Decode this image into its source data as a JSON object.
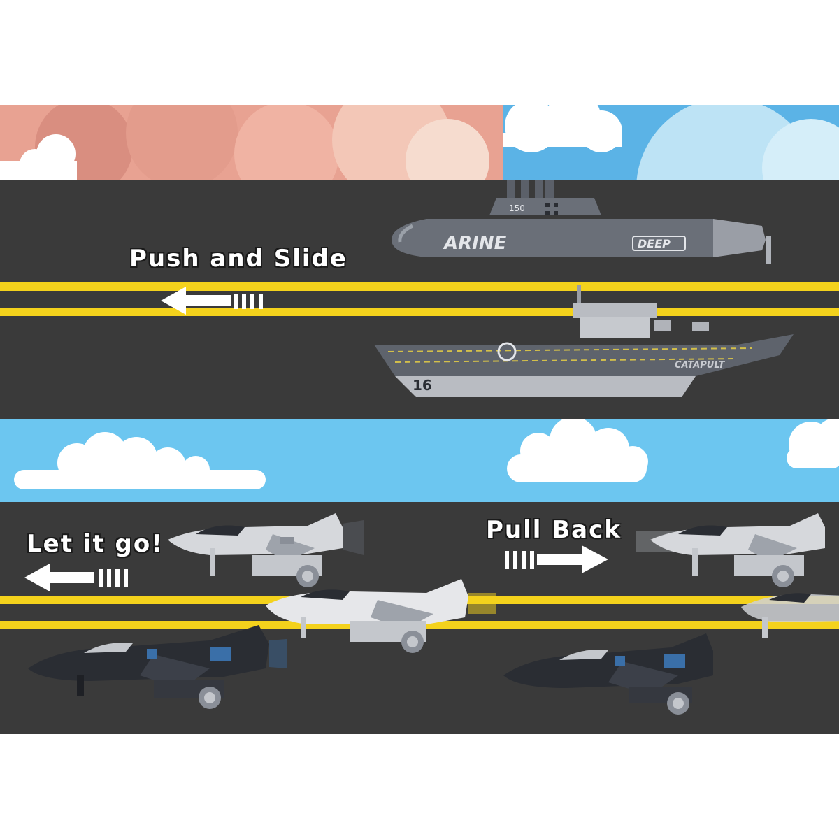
{
  "colors": {
    "road": "#3a3a3a",
    "lane_stripe": "#f4d21c",
    "sky_blue": "#6cc6f0",
    "sky_pink": "#e89a8a",
    "cloud": "#ffffff",
    "toy_gray": "#6a6f78",
    "toy_light": "#d6d8dc",
    "toy_black": "#2a2d33",
    "accent_blue": "#3a6fa8"
  },
  "captions": {
    "push_slide": "Push and Slide",
    "let_go": "Let it go!",
    "pull_back": "Pull Back"
  },
  "toys": {
    "submarine": {
      "name_text": "ARINE",
      "badge_text": "DEEP",
      "tower_number": "150"
    },
    "carrier": {
      "hull_number": "16",
      "deck_text": "CATAPULT"
    }
  },
  "icons": {
    "left_arrow": "arrow-left-icon",
    "right_arrow": "arrow-right-icon"
  }
}
